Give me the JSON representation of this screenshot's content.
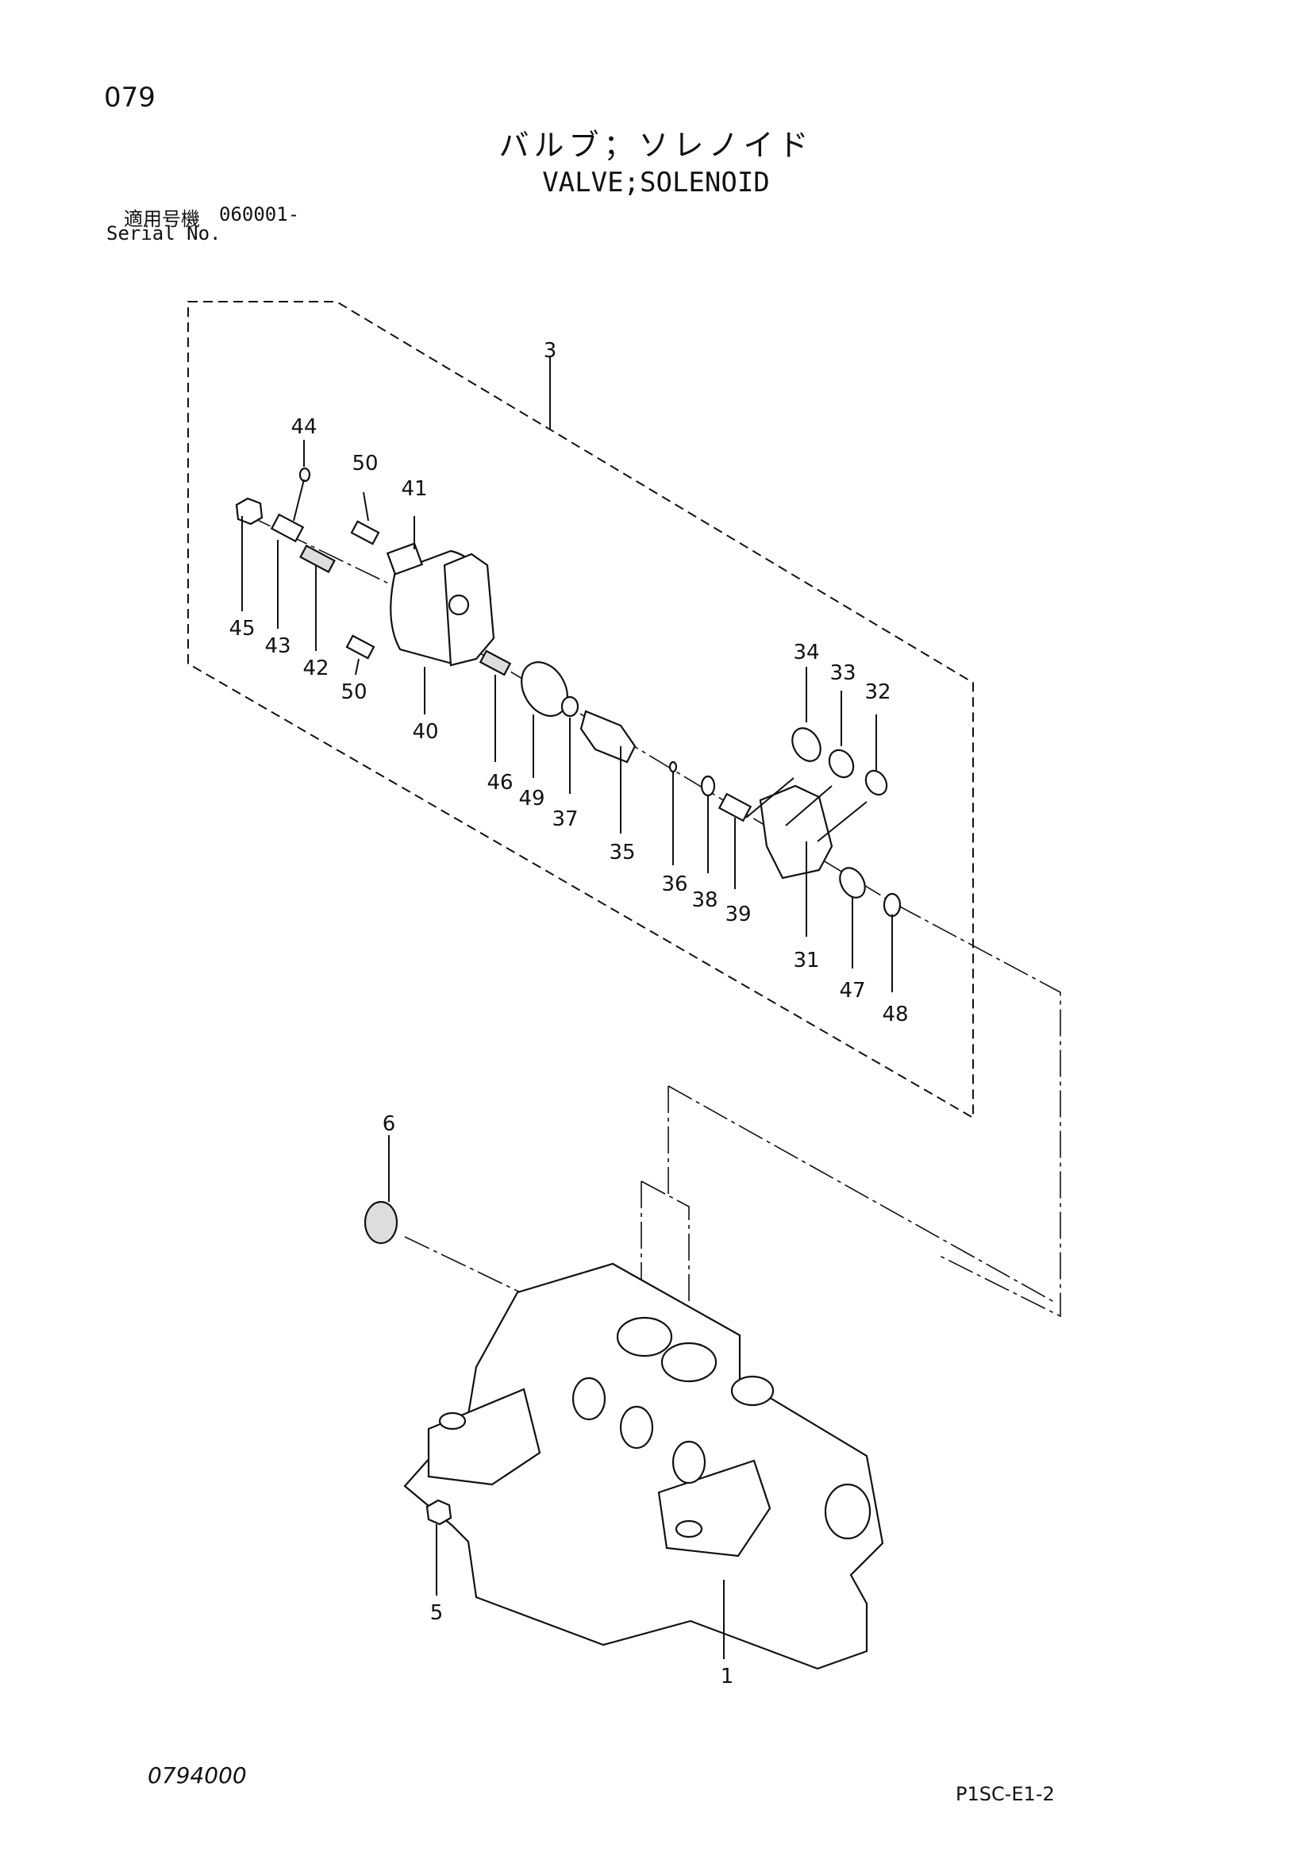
{
  "page": {
    "number": "079",
    "title_jp": "バルブ；ソレノイド",
    "title_en": "VALVE;SOLENOID",
    "serial_label_jp": "適用号機",
    "serial_value": "060001-",
    "serial_label_en": "Serial No.",
    "drawing_code": "0794000",
    "sheet_code": "P1SC-E1-2"
  },
  "callouts": [
    "1",
    "3",
    "5",
    "6",
    "31",
    "32",
    "33",
    "34",
    "35",
    "36",
    "37",
    "38",
    "39",
    "40",
    "41",
    "42",
    "43",
    "44",
    "45",
    "46",
    "47",
    "48",
    "49",
    "50",
    "50"
  ]
}
